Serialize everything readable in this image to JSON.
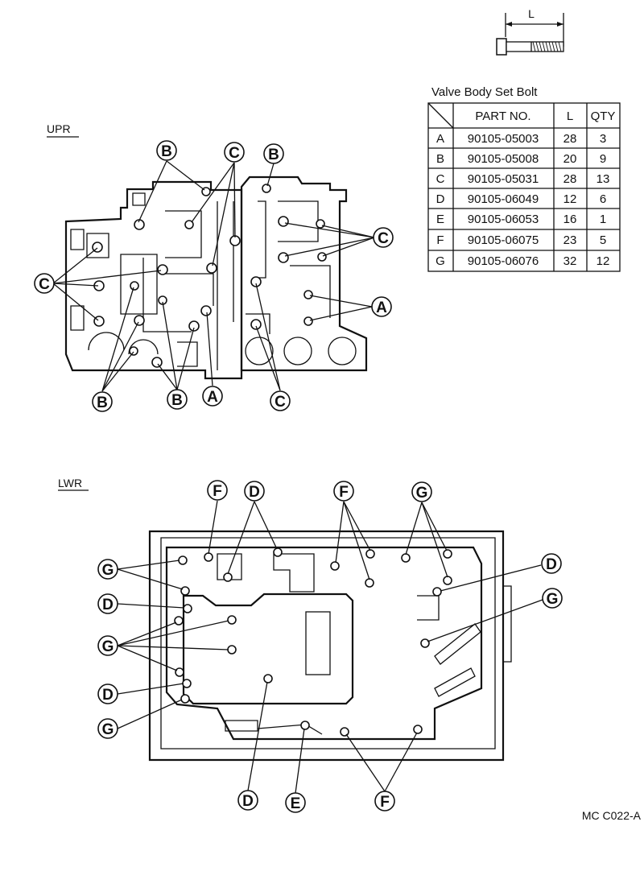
{
  "bolt_dimension_label": "L",
  "table": {
    "title": "Valve Body Set Bolt",
    "headers": [
      "PART NO.",
      "L",
      "QTY"
    ],
    "rows": [
      {
        "key": "A",
        "part_no": "90105-05003",
        "l": "28",
        "qty": "3"
      },
      {
        "key": "B",
        "part_no": "90105-05008",
        "l": "20",
        "qty": "9"
      },
      {
        "key": "C",
        "part_no": "90105-05031",
        "l": "28",
        "qty": "13"
      },
      {
        "key": "D",
        "part_no": "90105-06049",
        "l": "12",
        "qty": "6"
      },
      {
        "key": "E",
        "part_no": "90105-06053",
        "l": "16",
        "qty": "1"
      },
      {
        "key": "F",
        "part_no": "90105-06075",
        "l": "23",
        "qty": "5"
      },
      {
        "key": "G",
        "part_no": "90105-06076",
        "l": "32",
        "qty": "12"
      }
    ]
  },
  "upper": {
    "label": "UPR",
    "callouts": [
      "B",
      "C",
      "B",
      "C",
      "C",
      "A",
      "B",
      "B",
      "A",
      "C"
    ]
  },
  "lower": {
    "label": "LWR",
    "callouts": [
      "F",
      "D",
      "F",
      "G",
      "G",
      "D",
      "D",
      "G",
      "G",
      "D",
      "G",
      "D",
      "E",
      "F"
    ]
  },
  "figure_code": "MC C022-A"
}
